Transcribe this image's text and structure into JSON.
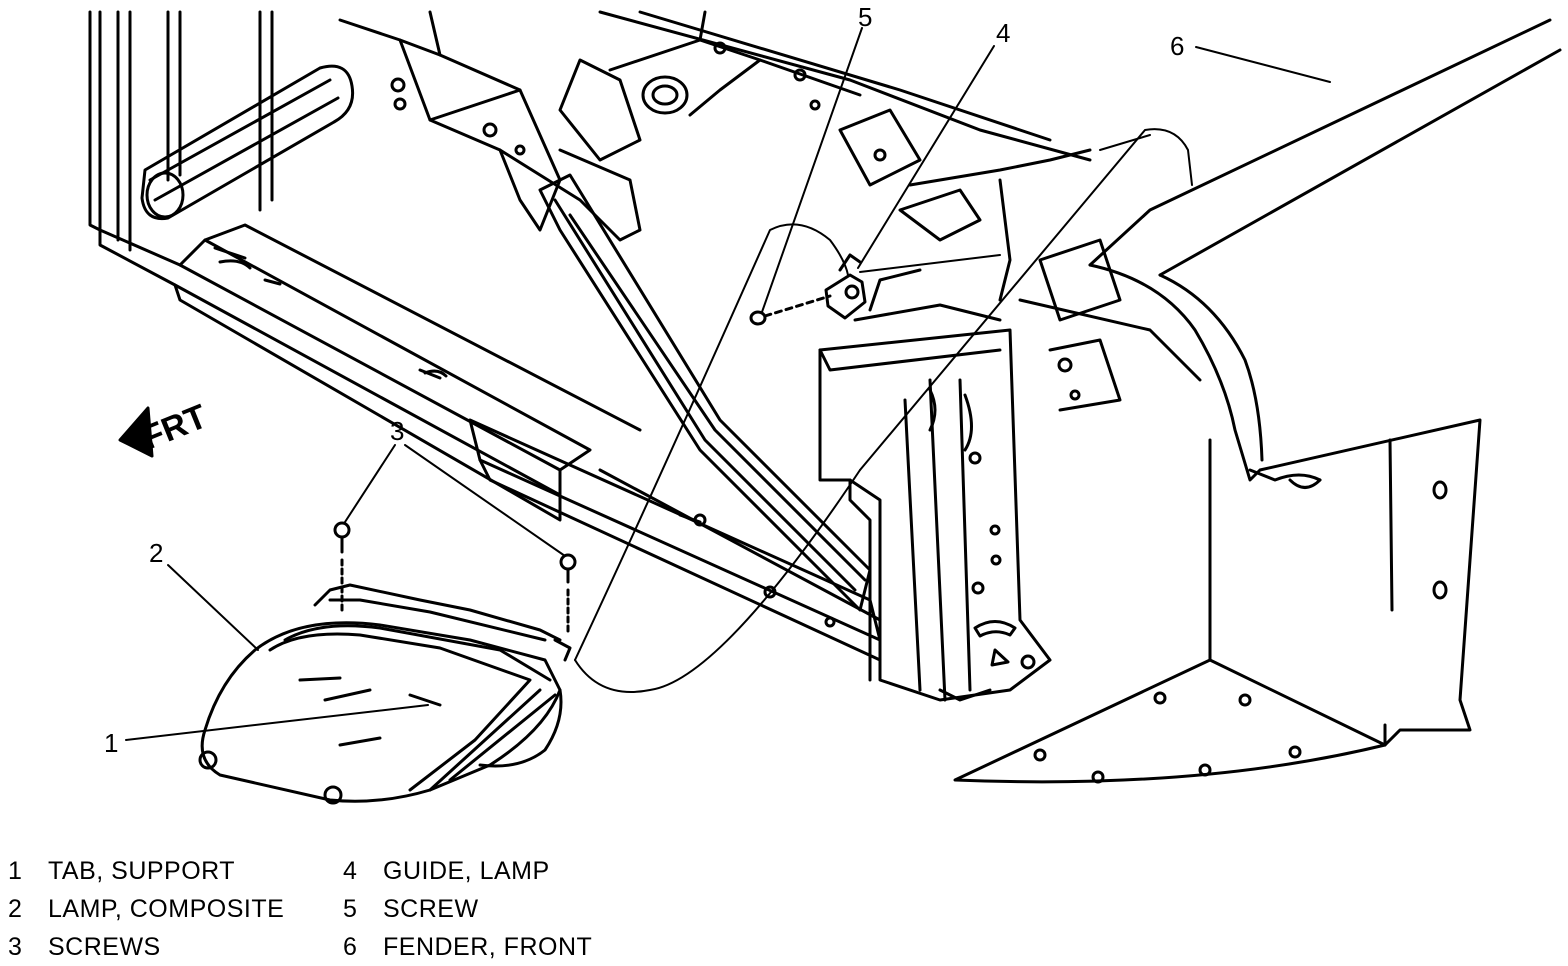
{
  "diagram": {
    "direction_label": "FRT",
    "callouts": [
      "1",
      "2",
      "3",
      "4",
      "5",
      "6"
    ]
  },
  "legend": {
    "left": [
      {
        "num": "1",
        "text": "TAB, SUPPORT"
      },
      {
        "num": "2",
        "text": "LAMP, COMPOSITE"
      },
      {
        "num": "3",
        "text": "SCREWS"
      }
    ],
    "right": [
      {
        "num": "4",
        "text": "GUIDE, LAMP"
      },
      {
        "num": "5",
        "text": "SCREW"
      },
      {
        "num": "6",
        "text": "FENDER, FRONT"
      }
    ]
  }
}
